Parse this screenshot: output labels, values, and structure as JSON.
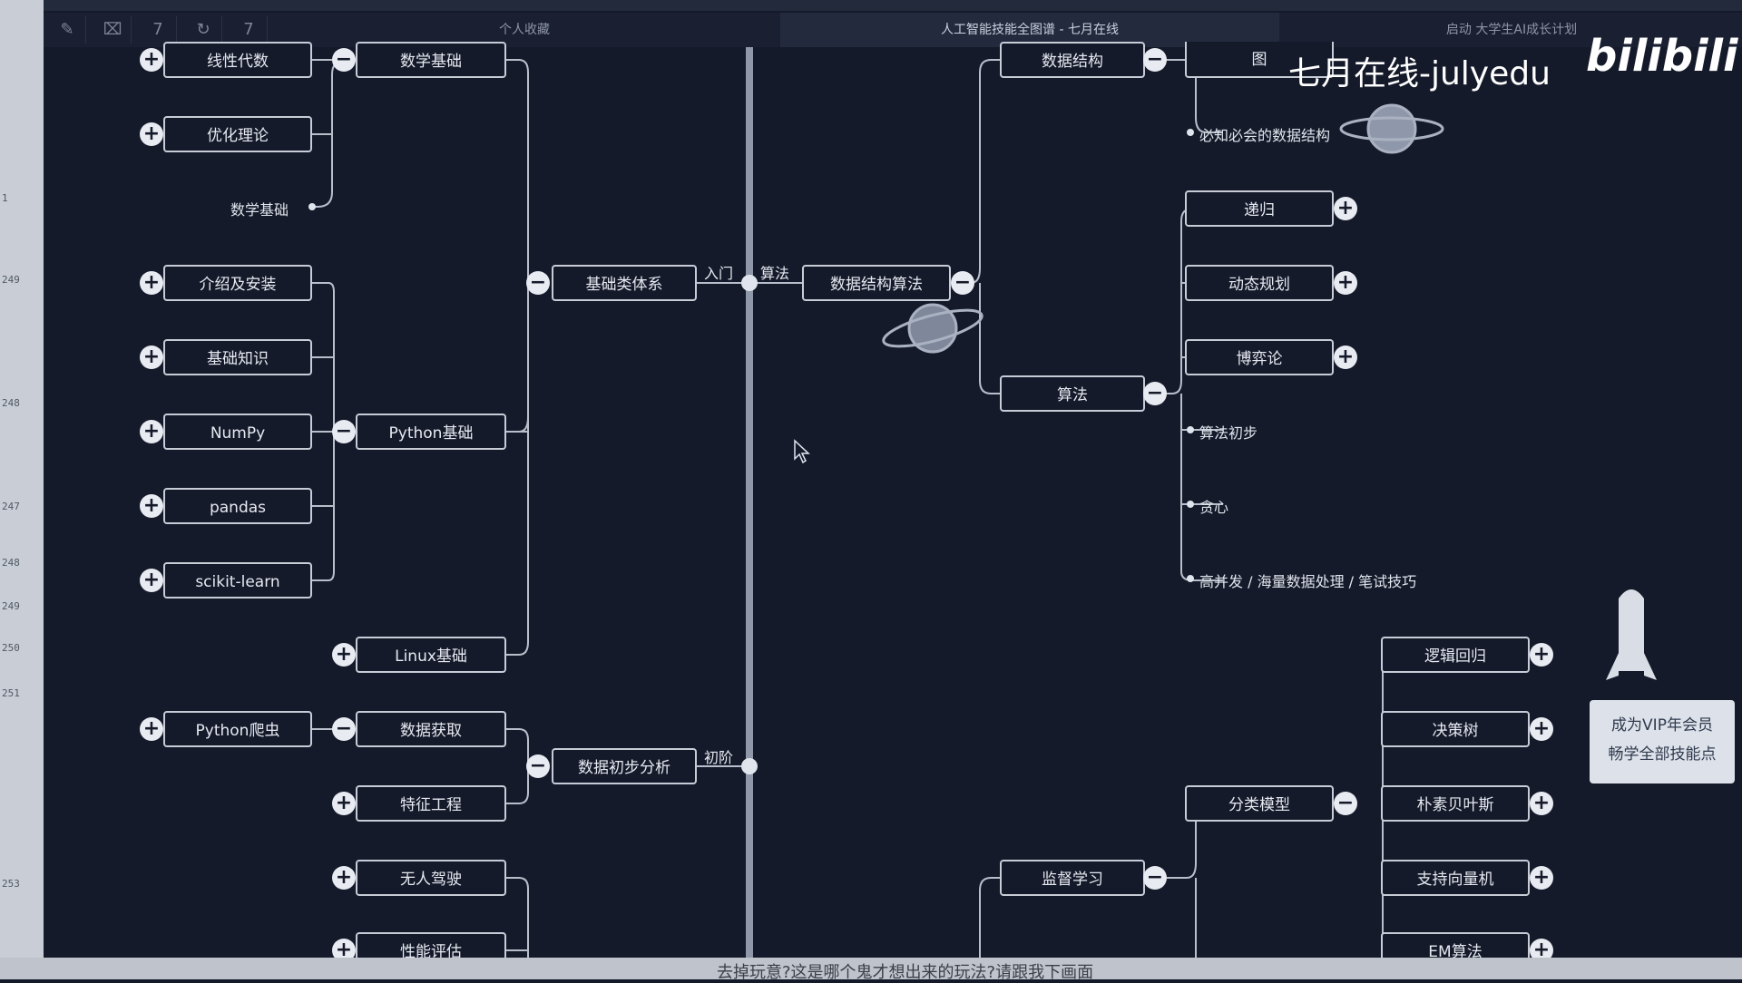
{
  "ruler_numbers": [
    "1",
    "249",
    "248",
    "247",
    "248",
    "249",
    "250",
    "251",
    "253"
  ],
  "toolbar": {
    "btn1": "✎",
    "btn2": "⌧",
    "btn3": "7",
    "btn4": "↻",
    "btn5": "7"
  },
  "tabs": [
    "个人收藏",
    "人工智能技能全图谱 - 七月在线",
    "启动 大学生AI成长计划"
  ],
  "watermark": "七月在线-julyedu",
  "brand": "bilibili",
  "colors": {
    "background": "#151a2b",
    "node_border": "#c8ccd6",
    "accent": "#e8ebf1"
  },
  "left": {
    "math_nodes": [
      "线性代数",
      "优化理论"
    ],
    "math_foundation": "数学基础",
    "math_dot": "数学基础",
    "python_children": [
      "介绍及安装",
      "基础知识",
      "NumPy",
      "pandas",
      "scikit-learn"
    ],
    "python_foundation": "Python基础",
    "linux": "Linux基础",
    "basics_system": "基础类体系",
    "entry_label": "入门",
    "crawler": "Python爬虫",
    "data_acquisition": "数据获取",
    "feature_eng": "特征工程",
    "prelim_analysis": "数据初步分析",
    "prelim_label": "初阶",
    "autonomous": "无人驾驶",
    "performance": "性能评估"
  },
  "right": {
    "algo_label": "算法",
    "ds_algo": "数据结构算法",
    "data_structure": "数据结构",
    "graph": "图",
    "must_know_ds": "必知必会的数据结构",
    "algorithm": "算法",
    "algo_children": [
      "递归",
      "动态规划",
      "博弈论"
    ],
    "algo_dots": [
      "算法初步",
      "贪心",
      "高并发 / 海量数据处理 / 笔试技巧"
    ],
    "supervised": "监督学习",
    "classification": "分类模型",
    "class_children": [
      "逻辑回归",
      "决策树",
      "朴素贝叶斯",
      "支持向量机",
      "EM算法"
    ]
  },
  "vip": {
    "line1": "成为VIP年会员",
    "line2": "畅学全部技能点"
  },
  "subtitle": "去掉玩意?这是哪个鬼才想出来的玩法?请跟我下画面"
}
